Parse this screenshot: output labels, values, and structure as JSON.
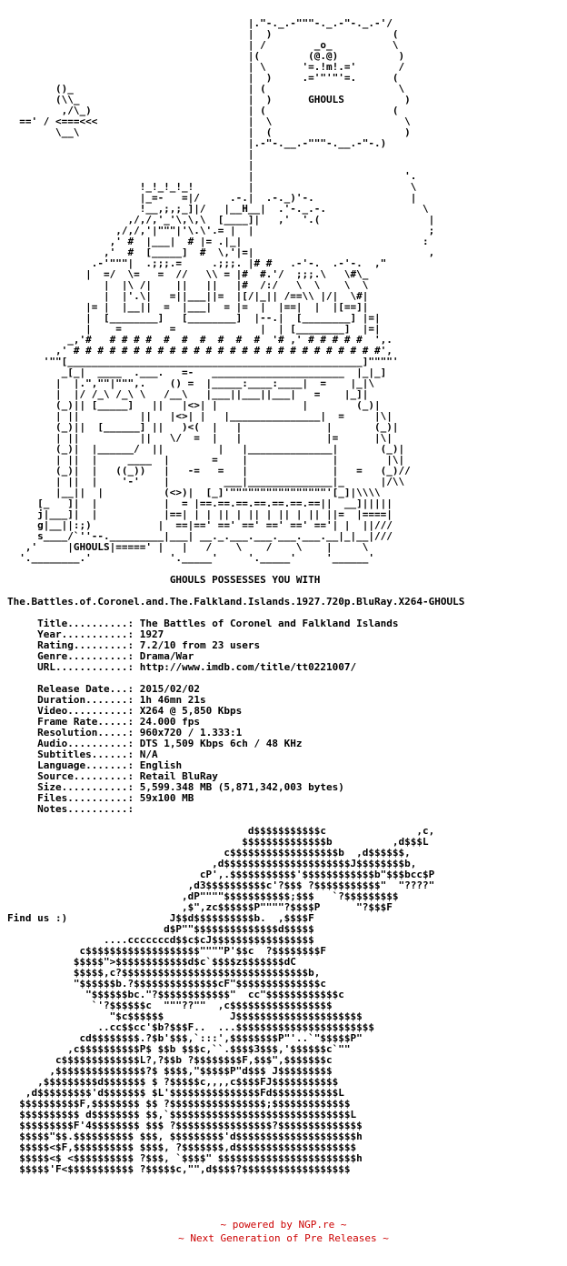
{
  "nfo_text": "                                        |.\"-._.-\"\"\"-._.-\"-._.-'/\n                                        |  )                    (\n                                        | /        _o_          \\\n                                        |(        (@.@)          )\n                                        | \\      '=.!m!.='       /\n                                        |  )     .='\"'\"'=.      (\n        ()_                             | (                      \\\n        (\\\\_                            |  )      GHOULS          )\n         ,/\\_)                          | (                     (\n  ==' / <===<<<                         |  \\                      \\\n        \\__\\                            |  (                      )\n                                        |.-\"-.__.-\"\"\"-.__.-\"-.)\n                                        |\n                                        |\n                                        |                         '.\n                      !_!_!_!_!         |                          \\\n                      |_=-   =|/     .-.|  .-._)'-.                |\n                      !__,;,;_]|/   |__H__|  .'-._.-.                \\\n                    ,/,/,'_'\\,\\,\\  [____]|   ,'  '.(                  |\n                  ,/,/,'|\"\"\"|'\\.\\'.= |  |                             ;\n                 ,' #  |___|  # |= .|_|                              :\n                ,'  #  [_____]  #  \\,'|=|                             ,\n              .-'\"\"\"|  .;;;.=     .;;;. |# #   .-'-.  .-'-.  ,\"\n             |  =/  \\=   =  //   \\\\ = |#  #.'/  ;;;.\\   \\#\\_\n                |  |\\ /|    ||   ||   |#  /:/   \\  \\    \\  \\\n                |  |'.\\|   =||___||=  |[/|_|| /==\\\\ |/|  \\#|\n             |= |  |__||  =  |___|  = |=  |  |==|  |  |[==]|\n             |  [________]   [________]  |--.|  [________] |=|\n             |    =        =              |  | [________]  |=|\n          _,'#   # # # #  #  #  #  #  #  #  '# ,' # # # # #  ',.\n        ,' # # # # # # # # # # # # # # # # # # # # # # # # # #',\n      '\"\"[_________________________________________________]\"\"\"\"'\n         _[_|  ____  .___.   =-   ______________________  |_|_]\n        |  |.\",\"\"|\"\"\",.    () =  |_____:____:____|  =    |_|\\\n        |  |/ /_\\ /_\\ \\   /__\\   |___||___||___|   =    |_]|\n        (_)|| [_____]   ||   |<>| |              |        (_)|\n        | ||          ||   |<>| |   |_______________|  =     |\\|\n        (_)||  [______] ||   )<(  |   |              |       (_)|\n        | ||          ||   \\/  =  |   |              |=      |\\|\n        (_)|  |______/  ||         |   |______________|       (_)|\n        | ||  |     ____  |       =    |              |        |\\|\n        (_)|  |   ((_))   |   -=   =   |              |   =   (_)//\n        | ||  |    '-'    |         ___|______________|_      |/\\\\\n        |__||  |          (<>)|  [_]'\"\"\"\"\"\"\"\"\"\"\"\"\"\"\"\"'[_]|\\\\\\\\\n     [_   ]|  |           |  = |==.==.==.==.==.==.==||  __]|||||\n     j|___]|  |           |==| | | || | || | || | || ||=  |====|\n     g|__||:;)           |  ==|==' ==' ==' ==' ==' =='| |  ||///\n     s____/`''--._________|___| __._.___.___.___.___.__|_|__|///\n   ,'     |GHOULS|=====' |   |   /    \\    /    \\    |     \\\n  '.________.'             '._____'     '._____'     '______'",
  "release": {
    "possesses_line": "GHOULS POSSESSES YOU WITH",
    "release_name": "The.Battles.of.Coronel.and.The.Falkland.Islands.1927.720p.BluRay.X264-GHOULS",
    "fields": [
      {
        "label": "Title..........",
        "value": "The Battles of Coronel and Falkland Islands"
      },
      {
        "label": "Year...........",
        "value": "1927"
      },
      {
        "label": "Rating.........",
        "value": "7.2/10 from 23 users"
      },
      {
        "label": "Genre..........",
        "value": "Drama/War"
      },
      {
        "label": "URL............",
        "value": "http://www.imdb.com/title/tt0221007/"
      },
      {
        "label": "",
        "value": ""
      },
      {
        "label": "Release Date...",
        "value": "2015/02/02"
      },
      {
        "label": "Duration.......",
        "value": "1h 46mn 21s"
      },
      {
        "label": "Video..........",
        "value": "X264 @ 5,850 Kbps"
      },
      {
        "label": "Frame Rate.....",
        "value": "24.000 fps"
      },
      {
        "label": "Resolution.....",
        "value": "960x720 / 1.333:1"
      },
      {
        "label": "Audio..........",
        "value": "DTS 1,509 Kbps 6ch / 48 KHz"
      },
      {
        "label": "Subtitles......",
        "value": "N/A"
      },
      {
        "label": "Language.......",
        "value": "English"
      },
      {
        "label": "Source.........",
        "value": "Retail BluRay"
      },
      {
        "label": "Size...........",
        "value": "5,599.348 MB (5,871,342,003 bytes)"
      },
      {
        "label": "Files..........",
        "value": "59x100 MB"
      },
      {
        "label": "Notes..........",
        "value": ""
      }
    ],
    "find_us": "Find us :)"
  },
  "logo_art": "                                        d$$$$$$$$$$$c               ,c,\n                                       $$$$$$$$$$$$$$b          ,d$$$L\n                                    c$$$$$$$$$$$$$$$$$$b  ,d$$$$$$,\n                                  ,d$$$$$$$$$$$$$$$$$$$$$J$$$$$$$$b,\n                                cP',.$$$$$$$$$$$'$$$$$$$$$$$$b\"$$$bcc$P\n                              ,d3$$$$$$$$$$c'?$$$ ?$$$$$$$$$$$\"  \"????\"\n                             ,dP\"\"\"\"$$$$$$$$$$$;$$$   `?$$$$$$$$$\n                             ,$\",zc$$$$$$P\"\"\"\"?$$$$P      \"?$$$F\n                           J$$d$$$$$$$$$$b.  ,$$$$F\n                          d$P\"\"$$$$$$$$$$$$$$d$$$$$\n                ....cccccccd$$c$cJ$$$$$$$$$$$$$$$$$\n            c$$$$$$$$$$$$$$$$$$$\"\"\"\"P'$$c  ?$$$$$$$$F\n           $$$$$\">$$$$$$$$$$$$d$c`$$$$z$$$$$$$dC\n           $$$$$,c?$$$$$$$$$$$$$$$$$$$$$$$$$$$$$$$b,\n           \"$$$$$$b.?$$$$$$$$$$$$$$cF\"$$$$$$$$$$$$$$c\n             \"$$$$$$bc.\"?$$$$$$$$$$$$\"  cc\"$$$$$$$$$$$$c\n              `'?$$$$$$c  \"\"\"??\"\"  ,c$$$$$$$$$$$$$$$$$\n                 \"$c$$$$$$           J$$$$$$$$$$$$$$$$$$$$$\n               ..cc$$cc'$b?$$$F..  ...$$$$$$$$$$$$$$$$$$$$$$$\n            cd$$$$$$$$.?$b'$$$,`:::',$$$$$$$$P\"'..`\"$$$$$P\"\n          ,c$$$$$$$$$$P$ $$b $$$c,``.$$$$3$$$,'$$$$$$c`\"\"\n        c$$$$$$$$$$$$$L?,?$$b ?$$$$$$$$F,$$$\",$$$$$$$c\n       ,$$$$$$$$$$$$$$$?$ $$$$,\"$$$$$P\"d$$$ J$$$$$$$$$\n     ,$$$$$$$$$d$$$$$$$ $ ?$$$$$c,,,,c$$$$FJ$$$$$$$$$$$\n   ,d$$$$$$$$$'d$$$$$$$ $L'$$$$$$$$$$$$$$$Fd$$$$$$$$$$$L\n  $$$$$$$$$$F,$$$$$$$$ $$ ?$$$$$$$$$$$$$$$$;$$$$$$$$$$$$$\n  $$$$$$$$$$ d$$$$$$$$ $$,`$$$$$$$$$$$$$$$$$$$$$$$$$$$$$$L\n  $$$$$$$$$F'4$$$$$$$$ $$$ ?$$$$$$$$$$$$$$$$?$$$$$$$$$$$$$$\n  $$$$$\"$$.$$$$$$$$$$ $$$, $$$$$$$$$'d$$$$$$$$$$$$$$$$$$$$h\n  $$$$$<$F,$$$$$$$$$$ $$$$, ?$$$$$$$,d$$$$$$$$$$$$$$$$$$$$\n  $$$$$<$ <$$$$$$$$$$ ?$$$, `$$$$\" $$$$$$$$$$$$$$$$$$$$$$$h\n  $$$$$'F<$$$$$$$$$$$ ?$$$$$c,\"\",d$$$$?$$$$$$$$$$$$$$$$$$",
  "footer": {
    "line1": "~ powered by NGP.re ~",
    "line2": "~ Next Generation of Pre Releases ~"
  },
  "colors": {
    "text": "#000000",
    "footer_text": "#cc0000",
    "background": "#ffffff"
  }
}
